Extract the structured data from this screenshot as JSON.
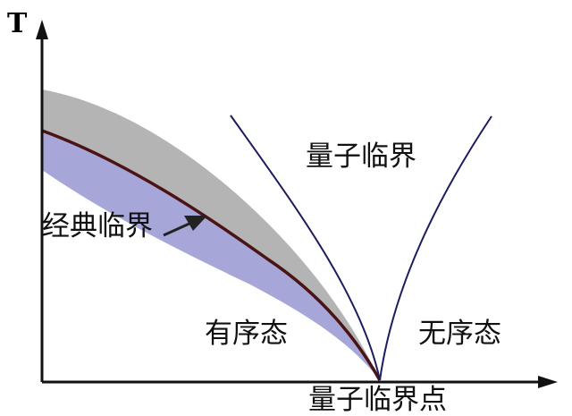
{
  "axes": {
    "y_label": "T"
  },
  "regions": {
    "classical_critical": "经典临界",
    "quantum_critical": "量子临界",
    "ordered_phase": "有序态",
    "disordered_phase": "无序态",
    "x_axis_partial": "量子临界点"
  },
  "colors": {
    "band_gray": "#b4b4b4",
    "band_blue": "#a7a6d8",
    "phase_line": "#4a1414",
    "crossover_line": "#1c1c5e",
    "axis": "#111111"
  }
}
